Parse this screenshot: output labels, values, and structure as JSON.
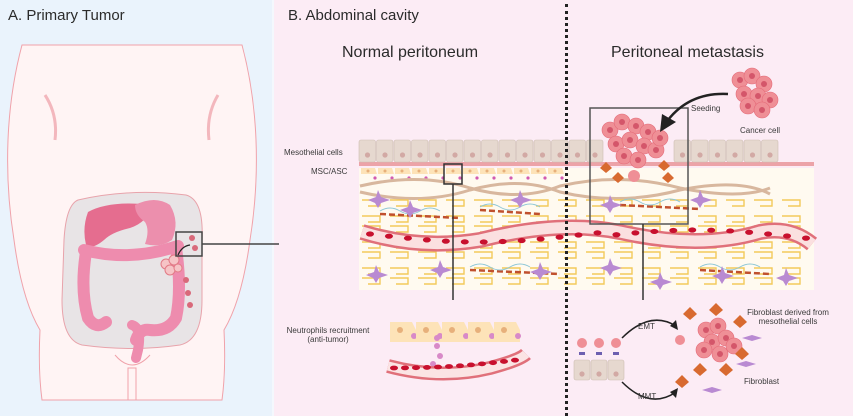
{
  "panel_a": {
    "title": "A.  Primary Tumor"
  },
  "panel_b": {
    "title": "B.  Abdominal cavity",
    "normal": {
      "heading": "Normal peritoneum",
      "labels": {
        "mesothelial": "Mesothelial cells",
        "msc": "MSC/ASC",
        "neutrophils_line1": "Neutrophils recruitment",
        "neutrophils_line2": "(anti-tumor)"
      }
    },
    "metastasis": {
      "heading": "Peritoneal metastasis",
      "labels": {
        "seeding": "Seeding",
        "cancer_cell": "Cancer cell",
        "emt": "EMT",
        "mmt": "MMT",
        "fibroblast_derived_line1": "Fibroblast derived from",
        "fibroblast_derived_line2": "mesothelial cells",
        "fibroblast": "Fibroblast"
      }
    }
  },
  "colors": {
    "panel_a_bg": "#eaf3fc",
    "panel_b_bg": "#fcecf5",
    "organ_pink": "#e9789c",
    "mesothelial": "#e6d8cf",
    "tissue_bg": "#fffaf0",
    "vessel_red": "#c8102e",
    "fibroblast_purple": "#b98ad2",
    "cancer_pink": "#ef8f96",
    "caf_orange": "#d86a30"
  }
}
